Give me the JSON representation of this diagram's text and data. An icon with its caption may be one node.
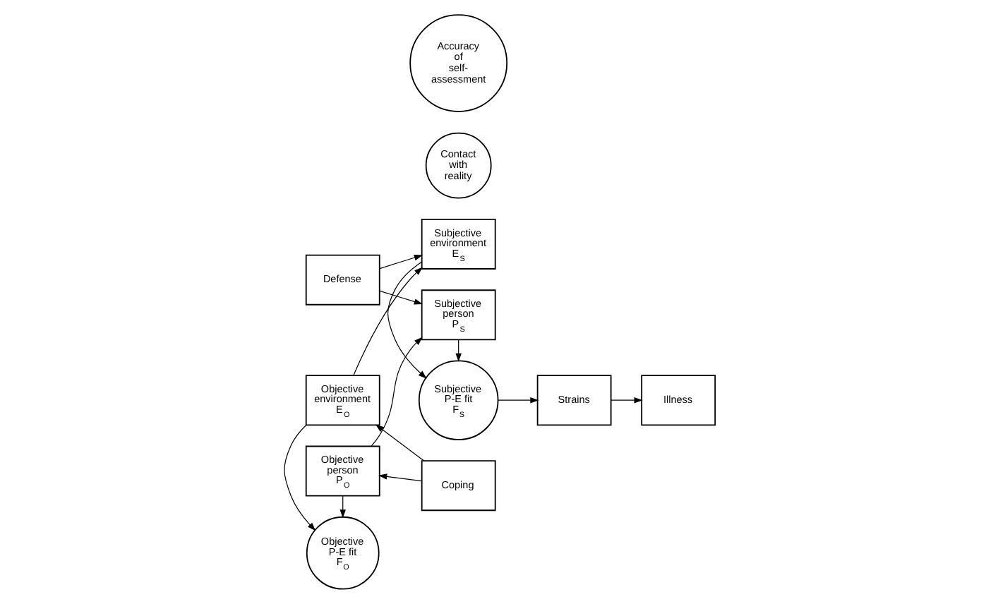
{
  "diagram": {
    "nodes": [
      {
        "text": [
          "Objective environment",
          "E$_{O}$"
        ]
      },
      {
        "text": [
          "Contact with reality"
        ]
      },
      {
        "text": [
          "Subjective environment",
          "E$_{S}$"
        ]
      },
      {
        "text": [
          "Objective P-E fit",
          "F$_{O}$"
        ]
      },
      {
        "text": [
          "Coping"
        ]
      },
      {
        "text": [
          "Defense"
        ]
      },
      {
        "text": [
          "Subjective P-E fit",
          "F$_{S}$"
        ]
      },
      {
        "text": [
          "Strains"
        ]
      },
      {
        "text": [
          "Illness"
        ]
      },
      {
        "text": [
          "Objective person",
          "P$_{O}$"
        ]
      },
      {
        "text": [
          "Accuracy of self-assessment"
        ]
      },
      {
        "text": [
          "Subjective person",
          "P$_{S}$"
        ]
      }
    ],
    "edges": [
      {
        "from": 0,
        "to": 2,
        "arrow": "to"
      },
      {
        "from": 0,
        "to": 3,
        "arrow": "to"
      },
      {
        "from": 9,
        "to": 3,
        "arrow": "to"
      },
      {
        "from": 4,
        "to": 0,
        "arrow": "to"
      },
      {
        "from": 4,
        "to": 9,
        "arrow": "to"
      },
      {
        "from": 5,
        "to": 2,
        "arrow": "to"
      },
      {
        "from": 5,
        "to": 11,
        "arrow": "to"
      },
      {
        "from": 2,
        "to": 6,
        "arrow": "to"
      },
      {
        "from": 11,
        "to": 6,
        "arrow": "to"
      },
      {
        "from": 9,
        "to": 11,
        "arrow": "to"
      },
      {
        "from": 6,
        "to": 7,
        "arrow": "to"
      },
      {
        "from": 7,
        "to": 8,
        "arrow": "to"
      }
    ]
  }
}
